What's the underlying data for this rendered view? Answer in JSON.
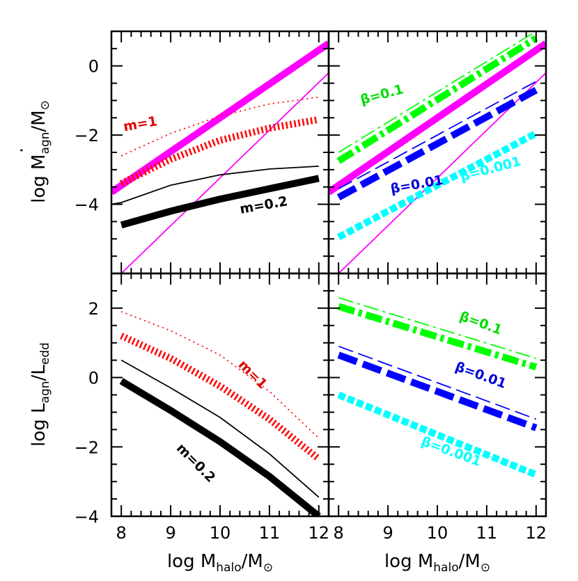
{
  "chart_data": [
    {
      "type": "line",
      "panel": "top-left",
      "ylabel": "log Ṁagn/M⊙",
      "xlim": [
        7.8,
        12.2
      ],
      "ylim": [
        -6,
        1
      ],
      "yticks": [
        "0",
        "−2",
        "−4"
      ],
      "annotations": [
        {
          "text": "m=1",
          "color": "#e00000",
          "x": 8.4,
          "y": -1.8,
          "angle": -10
        },
        {
          "text": "m=0.2",
          "color": "#000000",
          "x": 10.9,
          "y": -4.15,
          "angle": -10
        }
      ],
      "series": [
        {
          "color": "#ff00ff",
          "width": 10,
          "dash": "",
          "x": [
            7.8,
            12.2
          ],
          "y": [
            -3.65,
            0.65
          ]
        },
        {
          "color": "#ff00ff",
          "width": 1.8,
          "dash": "",
          "x": [
            8.0,
            12.2
          ],
          "y": [
            -6.0,
            -0.2
          ]
        },
        {
          "color": "#ff0000",
          "width": 1.8,
          "dash": "2 5",
          "x": [
            8.0,
            9.0,
            10.0,
            11.0,
            12.0
          ],
          "y": [
            -2.6,
            -1.95,
            -1.45,
            -1.1,
            -0.9
          ]
        },
        {
          "color": "#ff0000",
          "width": 10,
          "dash": "2.5 3.5",
          "x": [
            8.0,
            9.0,
            10.0,
            11.0,
            12.0
          ],
          "y": [
            -3.4,
            -2.7,
            -2.15,
            -1.8,
            -1.55
          ]
        },
        {
          "color": "#000000",
          "width": 1.8,
          "dash": "",
          "x": [
            7.8,
            8.0,
            9.0,
            10.0,
            11.0,
            12.0
          ],
          "y": [
            -4.0,
            -3.95,
            -3.45,
            -3.15,
            -2.98,
            -2.9
          ]
        },
        {
          "color": "#000000",
          "width": 10,
          "dash": "",
          "x": [
            8.0,
            9.0,
            10.0,
            11.0,
            12.0
          ],
          "y": [
            -4.6,
            -4.2,
            -3.85,
            -3.55,
            -3.25
          ]
        }
      ]
    },
    {
      "type": "line",
      "panel": "top-right",
      "xlim": [
        7.8,
        12.2
      ],
      "ylim": [
        -6,
        1
      ],
      "annotations": [
        {
          "text": "β=0.1",
          "color": "#00dd00",
          "x": 8.9,
          "y": -0.95,
          "angle": -15
        },
        {
          "text": "β=0.01",
          "color": "#0000dd",
          "x": 9.6,
          "y": -3.55,
          "angle": -10
        },
        {
          "text": "β=0.001",
          "color": "#00ffff",
          "x": 11.1,
          "y": -3.1,
          "angle": -15
        }
      ],
      "series": [
        {
          "color": "#ff00ff",
          "width": 10,
          "dash": "",
          "x": [
            7.8,
            12.2
          ],
          "y": [
            -3.65,
            0.65
          ]
        },
        {
          "color": "#ff00ff",
          "width": 1.8,
          "dash": "",
          "x": [
            8.0,
            12.2
          ],
          "y": [
            -6.0,
            -0.2
          ]
        },
        {
          "color": "#00ff00",
          "width": 1.8,
          "dash": "22 6 4 6",
          "x": [
            8.0,
            12.0
          ],
          "y": [
            -2.5,
            1.0
          ]
        },
        {
          "color": "#00ff00",
          "width": 10,
          "dash": "24 6 5 6",
          "x": [
            8.0,
            12.0
          ],
          "y": [
            -2.75,
            0.8
          ]
        },
        {
          "color": "#0000ff",
          "width": 1.8,
          "dash": "22 8",
          "x": [
            8.0,
            12.0
          ],
          "y": [
            -3.55,
            -0.45
          ]
        },
        {
          "color": "#0000ff",
          "width": 10,
          "dash": "28 9",
          "x": [
            8.0,
            12.0
          ],
          "y": [
            -3.8,
            -0.7
          ]
        },
        {
          "color": "#00ffff",
          "width": 10,
          "dash": "10 4",
          "x": [
            8.0,
            12.0
          ],
          "y": [
            -4.95,
            -1.95
          ]
        }
      ]
    },
    {
      "type": "line",
      "panel": "bottom-left",
      "xlabel": "log Mhalo/M⊙",
      "ylabel": "log Lagn/Ledd",
      "xlim": [
        7.8,
        12.2
      ],
      "ylim": [
        -4,
        3
      ],
      "xticks": [
        "8",
        "9",
        "10",
        "11",
        "12"
      ],
      "yticks": [
        "2",
        "0",
        "−2",
        "−4"
      ],
      "annotations": [
        {
          "text": "m=1",
          "color": "#e00000",
          "x": 10.6,
          "y": 0.0,
          "angle": 45
        },
        {
          "text": "m=0.2",
          "color": "#000000",
          "x": 9.45,
          "y": -2.55,
          "angle": 45
        }
      ],
      "series": [
        {
          "color": "#ff0000",
          "width": 1.8,
          "dash": "2 5",
          "x": [
            8.0,
            9.0,
            10.0,
            11.0,
            12.0
          ],
          "y": [
            1.9,
            1.35,
            0.65,
            -0.4,
            -1.75
          ]
        },
        {
          "color": "#ff0000",
          "width": 10,
          "dash": "2.5 3.5",
          "x": [
            8.0,
            9.0,
            10.0,
            11.0,
            12.0
          ],
          "y": [
            1.2,
            0.55,
            -0.25,
            -1.2,
            -2.35
          ]
        },
        {
          "color": "#000000",
          "width": 1.8,
          "dash": "",
          "x": [
            8.0,
            9.0,
            10.0,
            11.0,
            12.0
          ],
          "y": [
            0.5,
            -0.3,
            -1.15,
            -2.2,
            -3.45
          ]
        },
        {
          "color": "#000000",
          "width": 10,
          "dash": "",
          "x": [
            8.0,
            9.0,
            10.0,
            11.0,
            12.0
          ],
          "y": [
            -0.1,
            -0.95,
            -1.85,
            -2.85,
            -4.0
          ]
        }
      ]
    },
    {
      "type": "line",
      "panel": "bottom-right",
      "xlabel": "log Mhalo/M⊙",
      "xlim": [
        7.8,
        12.2
      ],
      "ylim": [
        -4,
        3
      ],
      "xticks": [
        "8",
        "9",
        "10",
        "11",
        "12"
      ],
      "annotations": [
        {
          "text": "β=0.1",
          "color": "#00dd00",
          "x": 10.85,
          "y": 1.45,
          "angle": 20
        },
        {
          "text": "β=0.01",
          "color": "#0000dd",
          "x": 10.85,
          "y": -0.05,
          "angle": 20
        },
        {
          "text": "β=0.001",
          "color": "#00ffff",
          "x": 10.25,
          "y": -2.25,
          "angle": 20
        }
      ],
      "series": [
        {
          "color": "#00ff00",
          "width": 1.8,
          "dash": "22 6 4 6",
          "x": [
            8.0,
            12.0
          ],
          "y": [
            2.3,
            0.55
          ]
        },
        {
          "color": "#00ff00",
          "width": 10,
          "dash": "24 6 5 6",
          "x": [
            8.0,
            12.0
          ],
          "y": [
            2.05,
            0.3
          ]
        },
        {
          "color": "#0000ff",
          "width": 1.8,
          "dash": "22 8",
          "x": [
            8.0,
            12.0
          ],
          "y": [
            0.9,
            -1.2
          ]
        },
        {
          "color": "#0000ff",
          "width": 10,
          "dash": "28 9",
          "x": [
            8.0,
            12.0
          ],
          "y": [
            0.65,
            -1.45
          ]
        },
        {
          "color": "#00ffff",
          "width": 10,
          "dash": "10 4",
          "x": [
            8.0,
            12.0
          ],
          "y": [
            -0.5,
            -2.8
          ]
        }
      ]
    }
  ]
}
